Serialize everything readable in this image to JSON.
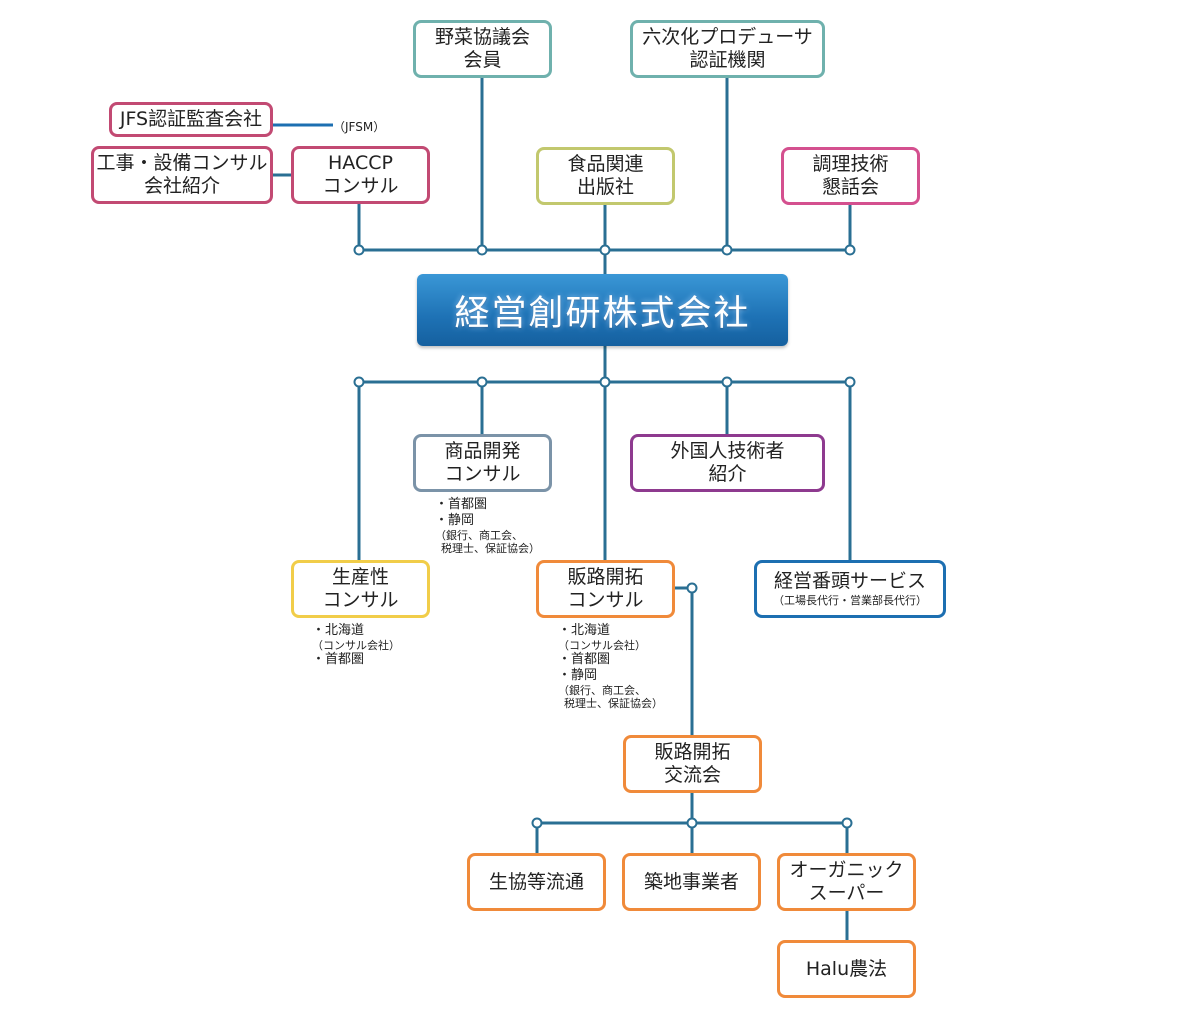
{
  "colors": {
    "line": "#2a6f93",
    "node_stroke": "#2a6f93",
    "jfs_line": "#1d6fb1",
    "main_top": "#3a97d6",
    "main_bottom": "#15609f"
  },
  "main": {
    "label": "経営創研株式会社"
  },
  "top_nodes": {
    "jfs": {
      "line1": "JFS認証監査会社"
    },
    "jfsm": {
      "text": "（JFSM）"
    },
    "koji": {
      "line1": "工事・設備コンサル",
      "line2": "会社紹介"
    },
    "haccp": {
      "line1": "HACCP",
      "line2": "コンサル"
    },
    "yasai": {
      "line1": "野菜協議会",
      "line2": "会員"
    },
    "shokuhin": {
      "line1": "食品関連",
      "line2": "出版社"
    },
    "rokuji": {
      "line1": "六次化プロデューサ",
      "line2": "認証機関"
    },
    "chori": {
      "line1": "調理技術",
      "line2": "懇話会"
    }
  },
  "bottom_nodes": {
    "shohin": {
      "line1": "商品開発",
      "line2": "コンサル"
    },
    "gaikoku": {
      "line1": "外国人技術者",
      "line2": "紹介"
    },
    "seisan": {
      "line1": "生産性",
      "line2": "コンサル"
    },
    "hanro": {
      "line1": "販路開拓",
      "line2": "コンサル"
    },
    "banto": {
      "line1": "経営番頭サービス",
      "line2": "（工場長代行・営業部長代行）"
    },
    "koryu": {
      "line1": "販路開拓",
      "line2": "交流会"
    },
    "seikyo": {
      "line1": "生協等流通"
    },
    "tsukiji": {
      "line1": "築地事業者"
    },
    "organic": {
      "line1": "オーガニック",
      "line2": "スーパー"
    },
    "halu": {
      "line1": "Halu農法"
    }
  },
  "notes": {
    "shohin": [
      "・首都圏",
      "・静岡",
      "（銀行、商工会、",
      "税理士、保証協会）"
    ],
    "seisan": [
      "・北海道",
      "（コンサル会社）",
      "・首都圏"
    ],
    "hanro": [
      "・北海道",
      "（コンサル会社）",
      "・首都圏",
      "・静岡",
      "（銀行、商工会、",
      "税理士、保証協会）"
    ]
  }
}
